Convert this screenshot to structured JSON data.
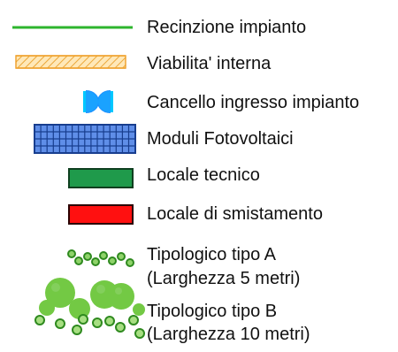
{
  "legend": {
    "items": [
      {
        "label": "Recinzione impianto",
        "symbol": "green-line",
        "color": "#2db52d"
      },
      {
        "label": "Viabilita' interna",
        "symbol": "orange-hatched-strip",
        "color": "#f4b24c"
      },
      {
        "label": "Cancello ingresso impianto",
        "symbol": "gate-icon",
        "color": "#1e90ff"
      },
      {
        "label": "Moduli Fotovoltaici",
        "symbol": "blue-grid-panel",
        "color": "#3f6fd8"
      },
      {
        "label": "Locale tecnico",
        "symbol": "green-rectangle",
        "color": "#1f9a4b"
      },
      {
        "label": "Locale di smistamento",
        "symbol": "red-rectangle",
        "color": "#ff1010"
      },
      {
        "label": "Tipologico tipo A",
        "sublabel": "(Larghezza 5 metri)",
        "symbol": "small-green-circles",
        "color": "#79cc4f"
      },
      {
        "label": "Tipologico tipo B",
        "sublabel": "(Larghezza 10 metri)",
        "symbol": "large-green-shrubs",
        "color": "#6fca42"
      }
    ]
  }
}
